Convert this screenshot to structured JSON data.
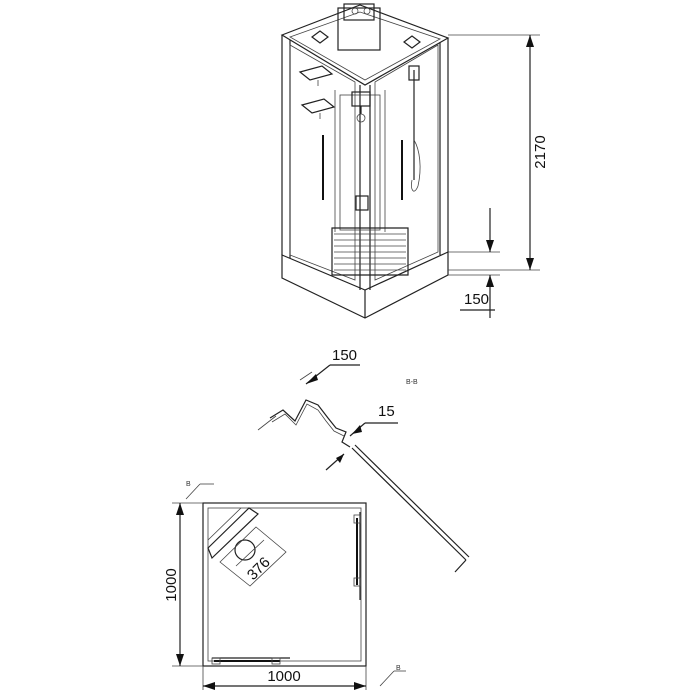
{
  "dimensions": {
    "height_total": "2170",
    "tray_height": "150",
    "profile_width": "150",
    "profile_gap": "15",
    "depth": "1000",
    "width": "1000",
    "drain_diameter": "376"
  },
  "section_labels": {
    "section_title": "B-B",
    "marker_top": "B",
    "marker_bottom": "B"
  }
}
